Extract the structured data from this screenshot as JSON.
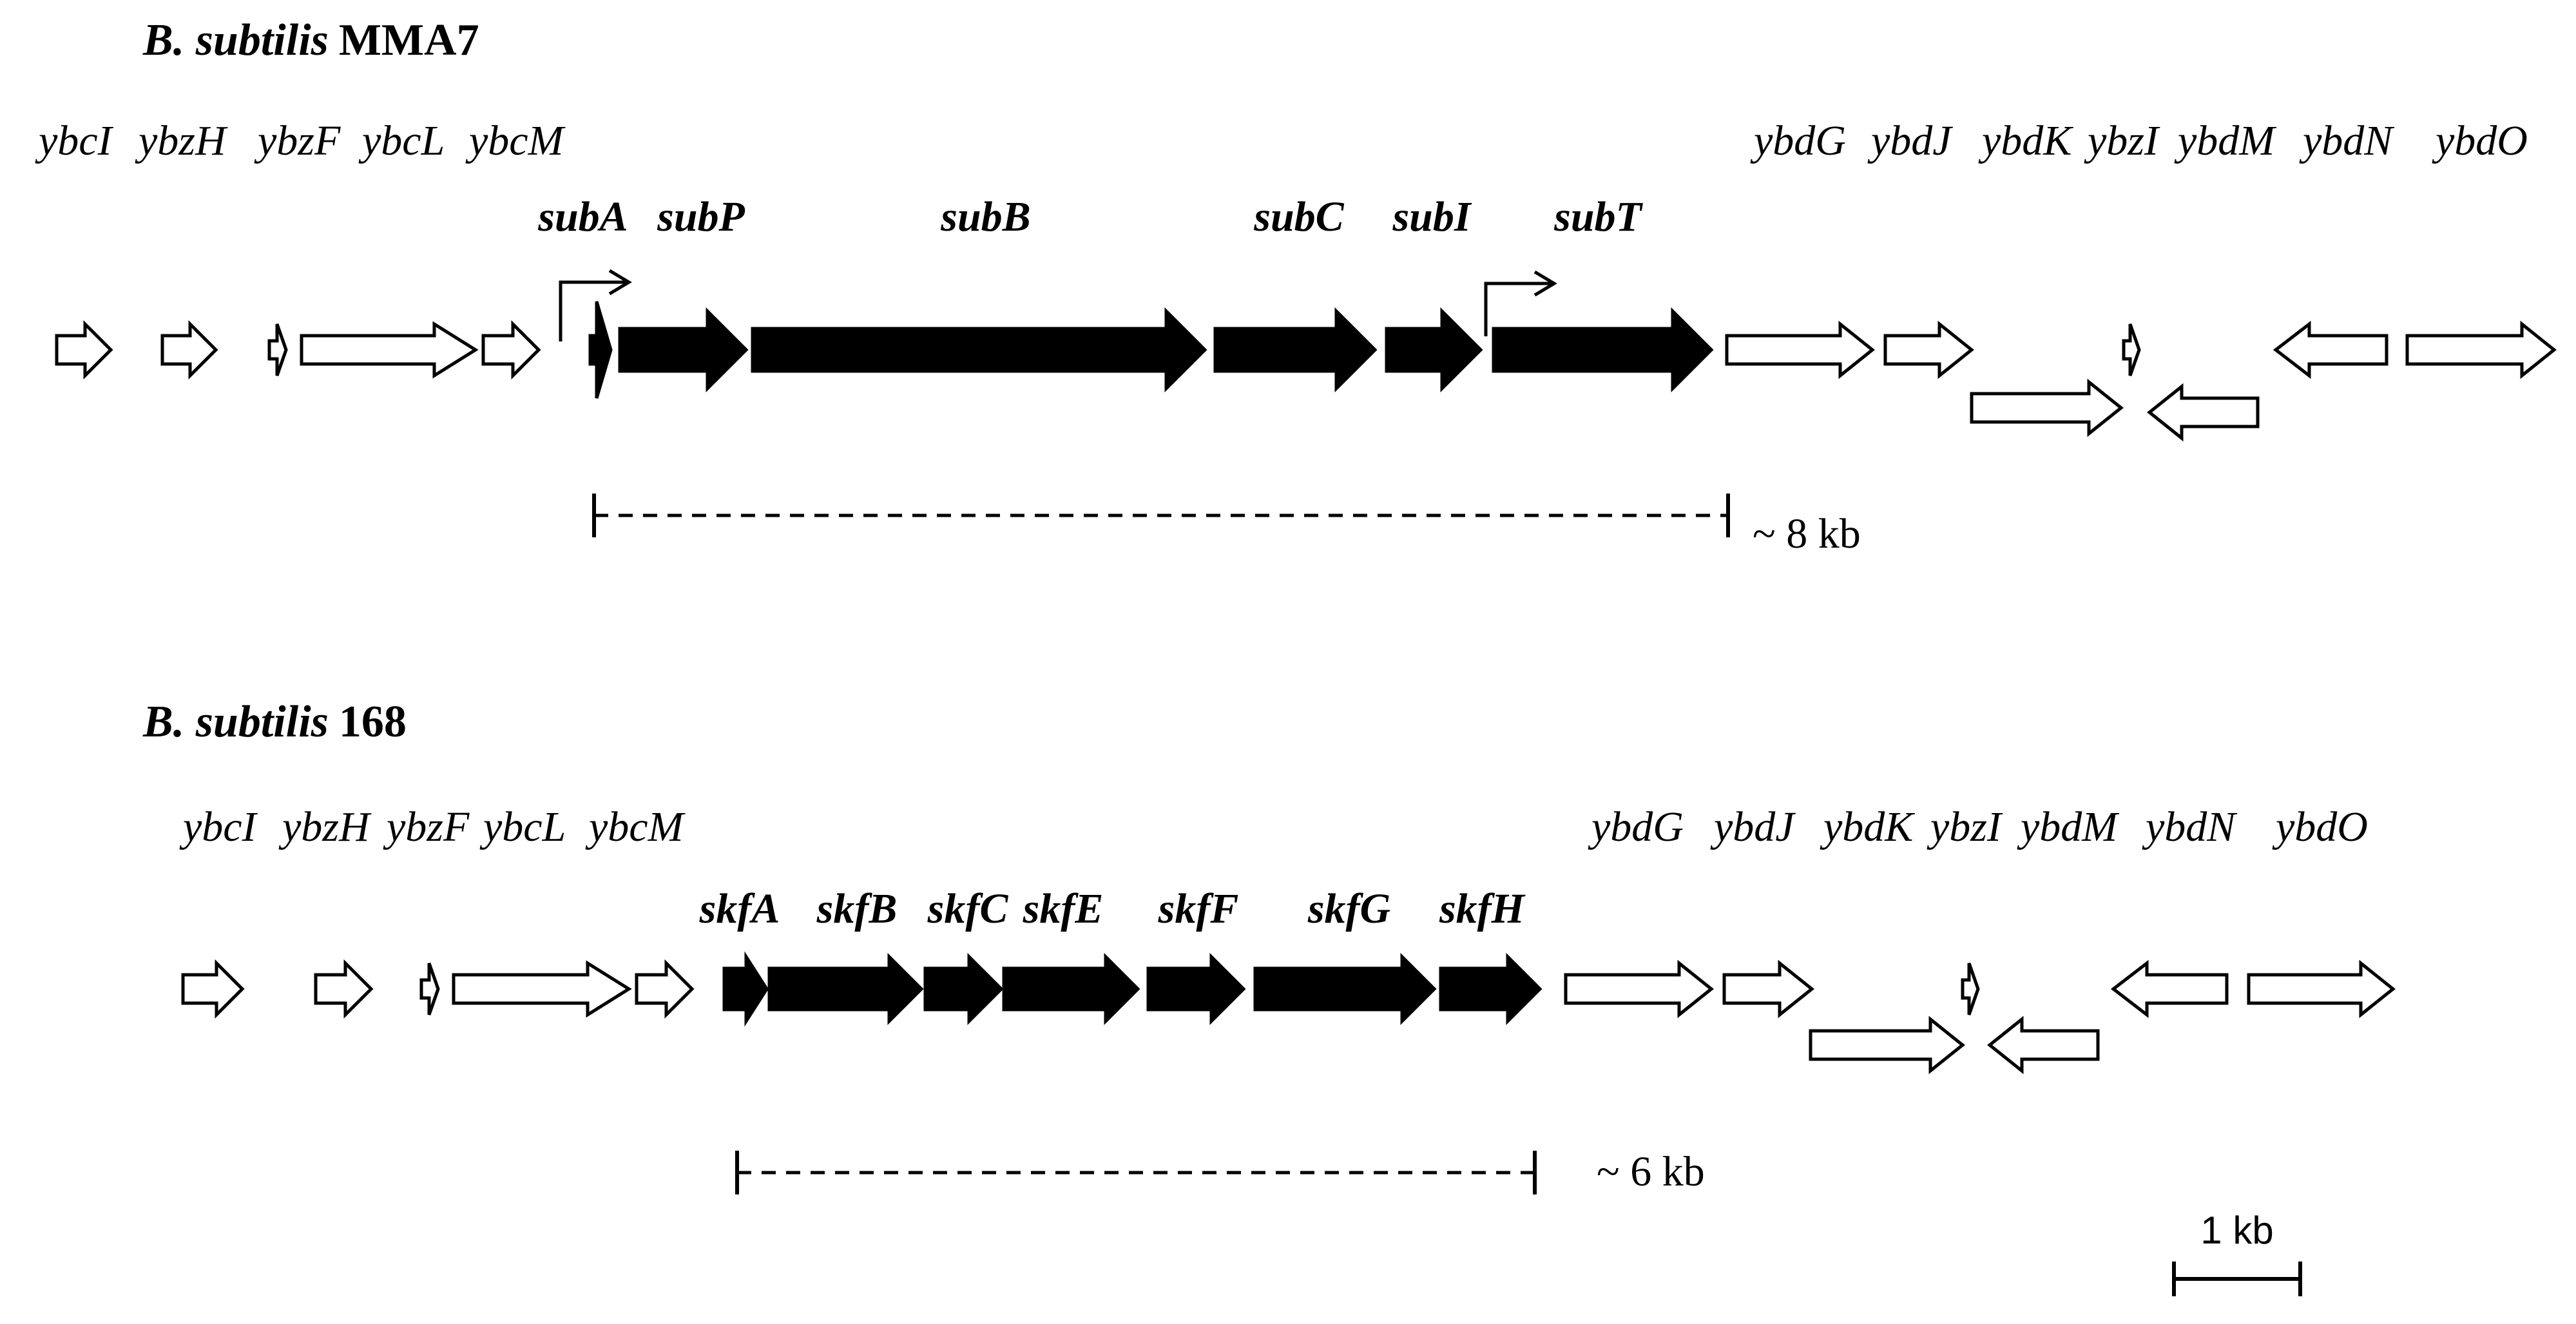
{
  "figure": {
    "panels": [
      {
        "id": "mma7",
        "title_species": "B. subtilis",
        "title_strain": "MMA7",
        "upstream_labels": [
          "ybcI",
          "ybzH",
          "ybzF",
          "ybcL",
          "ybcM"
        ],
        "cluster_labels": [
          "subA",
          "subP",
          "subB",
          "subC",
          "subI",
          "subT"
        ],
        "downstream_labels": [
          "ybdG",
          "ybdJ",
          "ybdK",
          "ybzI",
          "ybdM",
          "ybdN",
          "ybdO"
        ],
        "cluster_size": "~ 8 kb"
      },
      {
        "id": "s168",
        "title_species": "B. subtilis",
        "title_strain": "168",
        "upstream_labels": [
          "ybcI",
          "ybzH",
          "ybzF",
          "ybcL",
          "ybcM"
        ],
        "cluster_labels": [
          "skfA",
          "skfB",
          "skfC",
          "skfE",
          "skfF",
          "skfG",
          "skfH"
        ],
        "downstream_labels": [
          "ybdG",
          "ybdJ",
          "ybdK",
          "ybzI",
          "ybdM",
          "ybdN",
          "ybdO"
        ],
        "cluster_size": "~ 6 kb"
      }
    ],
    "scale_bar_label": "1 kb",
    "colors": {
      "cluster_fill": "#000000",
      "flanking_fill": "#ffffff",
      "stroke": "#000000"
    }
  }
}
